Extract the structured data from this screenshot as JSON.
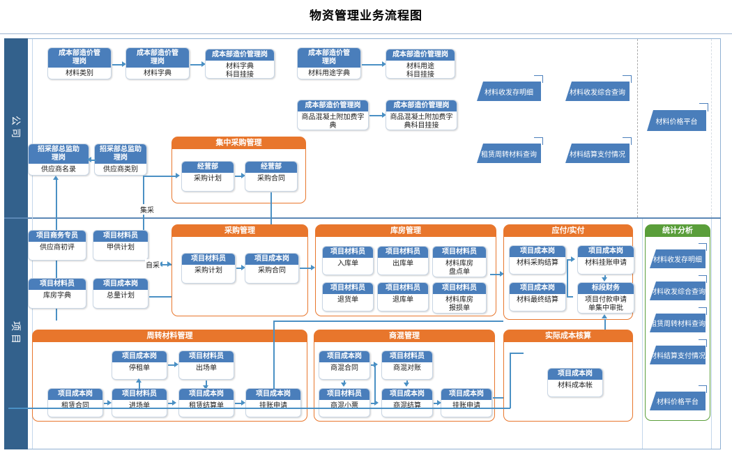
{
  "title": "物资管理业务流程图",
  "lanes": [
    {
      "id": "company",
      "label": "公司"
    },
    {
      "id": "project",
      "label": "项目"
    }
  ],
  "edge_labels": {
    "central_purchase": "集采",
    "self_purchase": "自采"
  },
  "company": {
    "dict_row": [
      {
        "role": "成本部造价管\n理岗",
        "task": "材料类别"
      },
      {
        "role": "成本部造价管\n理岗",
        "task": "材料字典"
      },
      {
        "role": "成本部造价管理岗",
        "task": "材料字典\n科目挂接"
      },
      {
        "role": "成本部造价管\n理岗",
        "task": "材料用途字典"
      },
      {
        "role": "成本部造价管理岗",
        "task": "材料用途\n科目挂接"
      }
    ],
    "concrete_row": [
      {
        "role": "成本部造价管理岗",
        "task": "商品混凝土附加费字\n典"
      },
      {
        "role": "成本部造价管理岗",
        "task": "商品混凝土附加费字\n典科目挂接"
      }
    ],
    "supplier_row": [
      {
        "role": "招采部总监助\n理岗",
        "task": "供应商名录"
      },
      {
        "role": "招采部总监助\n理岗",
        "task": "供应商类别"
      }
    ],
    "reports": [
      "材料收发存明细",
      "材料收发综合查询",
      "租赁周转材料查询",
      "材料结算支付情况",
      "材料价格平台"
    ],
    "central_purchase_group": {
      "title": "集中采购管理",
      "boxes": [
        {
          "role": "经营部",
          "task": "采购计划"
        },
        {
          "role": "经营部",
          "task": "采购合同"
        }
      ]
    }
  },
  "project": {
    "left_boxes": [
      {
        "role": "项目商务专员",
        "task": "供应商初评"
      },
      {
        "role": "项目材料员",
        "task": "甲供计划"
      },
      {
        "role": "项目材料员",
        "task": "库房字典"
      },
      {
        "role": "项目成本岗",
        "task": "总量计划"
      }
    ],
    "groups": [
      {
        "id": "purchase",
        "title": "采购管理",
        "boxes": [
          {
            "role": "项目材料员",
            "task": "采购计划"
          },
          {
            "role": "项目成本岗",
            "task": "采购合同"
          }
        ]
      },
      {
        "id": "warehouse",
        "title": "库房管理",
        "boxes": [
          {
            "role": "项目材料员",
            "task": "入库单"
          },
          {
            "role": "项目材料员",
            "task": "出库单"
          },
          {
            "role": "项目材料员",
            "task": "材料库房\n盘点单"
          },
          {
            "role": "项目材料员",
            "task": "退货单"
          },
          {
            "role": "项目材料员",
            "task": "退库单"
          },
          {
            "role": "项目材料员",
            "task": "材料库房\n报损单"
          }
        ]
      },
      {
        "id": "payable",
        "title": "应付/实付",
        "boxes": [
          {
            "role": "项目成本岗",
            "task": "材料采购结算"
          },
          {
            "role": "项目成本岗",
            "task": "材料挂账申请"
          },
          {
            "role": "项目成本岗",
            "task": "材料最终结算"
          },
          {
            "role": "标段财务",
            "task": "项目付款申请\n单集中审批"
          }
        ]
      },
      {
        "id": "turnover",
        "title": "周转材料管理",
        "boxes": [
          {
            "role": "项目成本岗",
            "task": "停租单"
          },
          {
            "role": "项目材料员",
            "task": "出场单"
          },
          {
            "role": "项目成本岗",
            "task": "租赁合同"
          },
          {
            "role": "项目材料员",
            "task": "进场单"
          },
          {
            "role": "项目成本岗",
            "task": "租赁结算单"
          },
          {
            "role": "项目成本岗",
            "task": "挂账申请"
          }
        ]
      },
      {
        "id": "concrete",
        "title": "商混管理",
        "boxes": [
          {
            "role": "项目成本岗",
            "task": "商混合同"
          },
          {
            "role": "项目材料员",
            "task": "商混对账"
          },
          {
            "role": "项目材料员",
            "task": "商混小票"
          },
          {
            "role": "项目成本岗",
            "task": "商混结算"
          },
          {
            "role": "项目成本岗",
            "task": "挂账申请"
          }
        ]
      },
      {
        "id": "actualcost",
        "title": "实际成本核算",
        "boxes": [
          {
            "role": "项目成本岗",
            "task": "材料成本帐"
          }
        ]
      },
      {
        "id": "stats",
        "title": "统计分析",
        "reports": [
          "材料收发存明细",
          "材料收发综合查询",
          "租赁周转材料查询",
          "材料结算支付情况",
          "材料价格平台"
        ]
      }
    ]
  },
  "colors": {
    "role_header": "#4a7ebb",
    "group_orange": "#e8762c",
    "group_green": "#5a9e3a",
    "lane_band": "#33618c",
    "connector": "#4a90c4"
  }
}
